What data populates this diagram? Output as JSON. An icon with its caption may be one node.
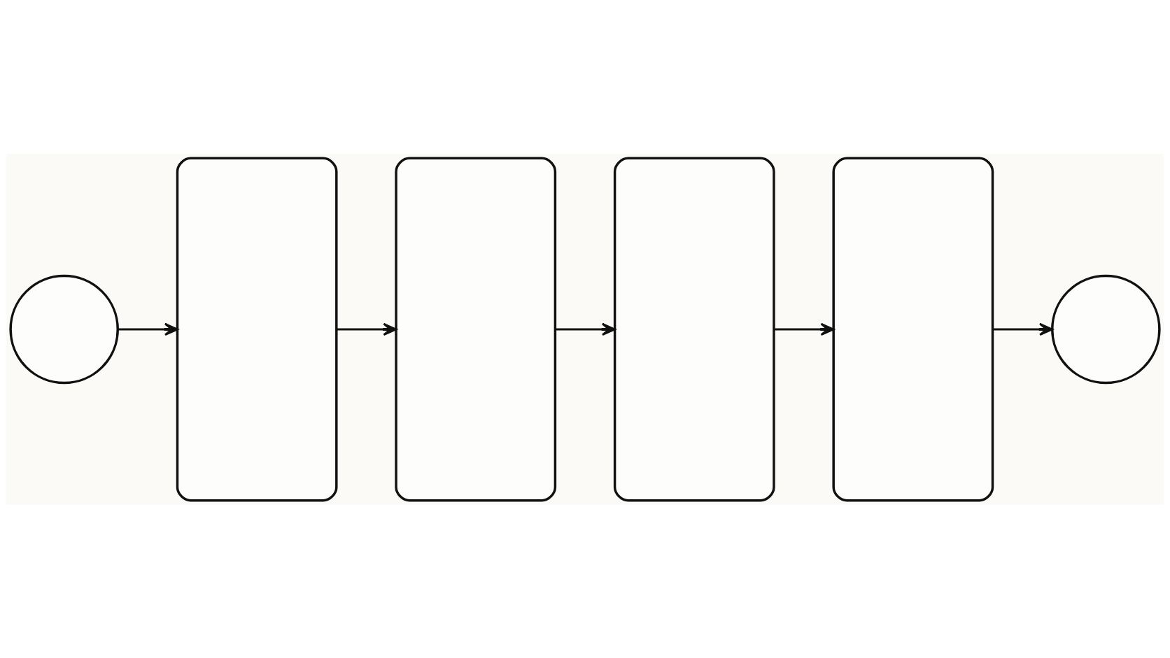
{
  "diagram": {
    "nodes": [
      {
        "text": [],
        "shape": "circle"
      },
      {
        "text": [],
        "shape": "phone"
      },
      {
        "text": [],
        "shape": "phone"
      },
      {
        "text": [],
        "shape": "phone"
      },
      {
        "text": [],
        "shape": "phone"
      },
      {
        "text": [],
        "shape": "circle"
      }
    ],
    "edges": [
      {
        "from": 0,
        "to": 1,
        "arrow": "to"
      },
      {
        "from": 1,
        "to": 2,
        "arrow": "to"
      },
      {
        "from": 2,
        "to": 3,
        "arrow": "to"
      },
      {
        "from": 3,
        "to": 4,
        "arrow": "to"
      },
      {
        "from": 4,
        "to": 5,
        "arrow": "to"
      }
    ]
  }
}
